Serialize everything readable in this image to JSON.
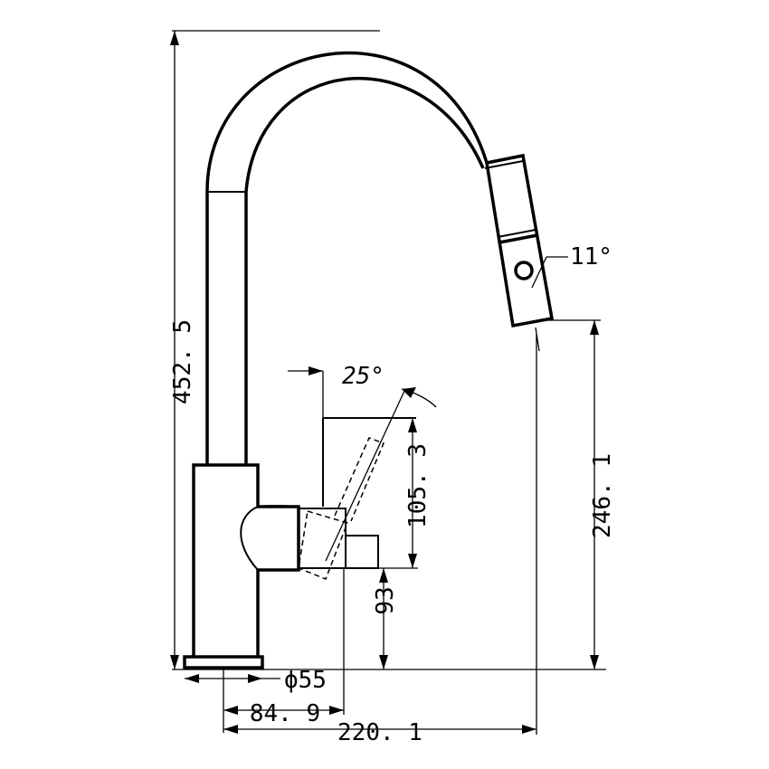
{
  "dimensions": {
    "total_height": "452. 5",
    "spout_height": "246. 1",
    "lever_height": "105. 3",
    "handle_height": "93",
    "base_diameter": "ϕ55",
    "handle_reach": "84. 9",
    "spout_reach": "220. 1",
    "lever_angle": "25°",
    "spray_angle": "11°"
  }
}
